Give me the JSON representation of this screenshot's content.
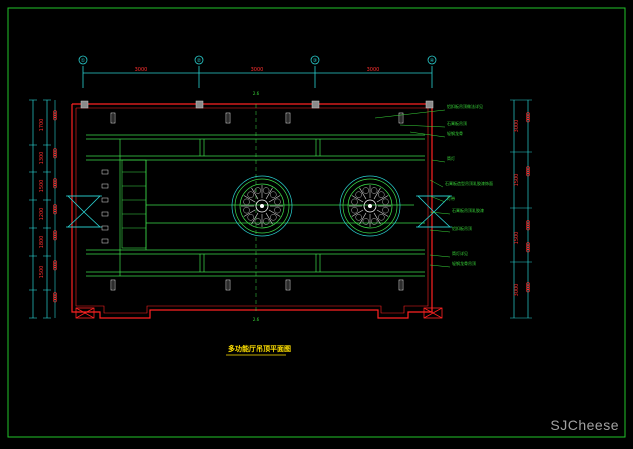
{
  "drawing": {
    "title": "多功能厅吊顶平面图",
    "colors": {
      "background": "#000000",
      "frame": "#22c32a",
      "wall": "#ff2222",
      "ceiling_line": "#3ddc4a",
      "dimension": "#2ad1d1",
      "annotation": "#39d93a",
      "title": "#ffe000",
      "column": "#9a9a9a"
    },
    "axis_top_labels": [
      "①",
      "②",
      "③",
      "④"
    ],
    "top_dims": [
      "3000",
      "3000",
      "3000"
    ],
    "left_dims": [
      "1700",
      "1300",
      "1500",
      "1200",
      "1800",
      "1500"
    ],
    "right_dims": [
      "3000",
      "1500",
      "1500",
      "3000"
    ],
    "center_marks": [
      "2.6",
      "2.6"
    ],
    "annotations_right": [
      "铝扣板吊顶做法详见",
      "石膏板吊顶",
      "轻钢龙骨",
      "筒灯",
      "石膏板造型吊顶乳胶漆饰面",
      "灯带",
      "石膏板吊顶乳胶漆",
      "铝扣板吊顶",
      "筒灯详见",
      "轻钢龙骨吊顶"
    ],
    "watermark": "SJCheese"
  }
}
